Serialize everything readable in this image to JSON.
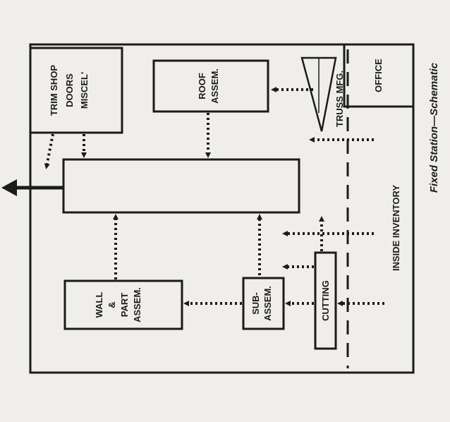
{
  "diagram": {
    "caption": "Fixed Station—Schematic",
    "stations": {
      "trim_shop": [
        "TRIM SHOP",
        "DOORS",
        "MISCEL'"
      ],
      "roof_assembly": [
        "ROOF",
        "ASSEM."
      ],
      "truss_mfg": "TRUSS MFG.",
      "office": "OFFICE",
      "wall_part_assembly": [
        "WALL",
        "&",
        "PART",
        "ASSEM."
      ],
      "sub_assembly": [
        "SUB-",
        "ASSEM."
      ],
      "cutting": "CUTTING",
      "inside_inventory": "INSIDE   INVENTORY"
    },
    "colors": {
      "ink": "#1b1b1b",
      "paper": "#efeeea"
    }
  }
}
